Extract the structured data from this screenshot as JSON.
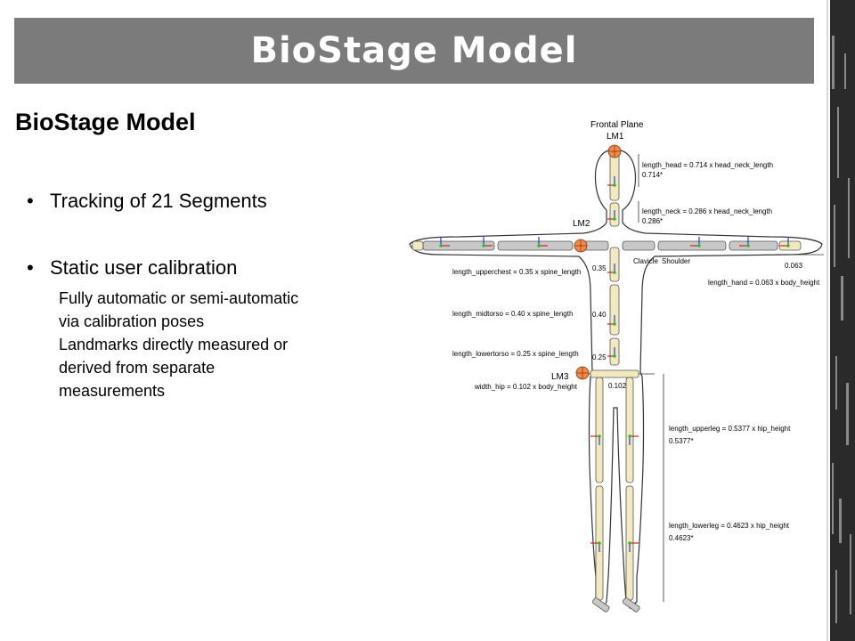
{
  "title_bar": {
    "title": "BioStage Model"
  },
  "content": {
    "heading": "BioStage Model",
    "bullets": [
      {
        "text": "Tracking of 21 Segments"
      },
      {
        "text": "Static user calibration"
      }
    ],
    "sub_bullets": [
      "Fully automatic or semi-automatic",
      "via calibration poses",
      "Landmarks directly measured or",
      "derived from separate",
      "measurements"
    ]
  },
  "figure": {
    "plane_label": "Frontal Plane",
    "landmarks": {
      "lm1": "LM1",
      "lm2": "LM2",
      "lm3": "LM3"
    },
    "labels": {
      "head": "length_head = 0.714 x head_neck_length",
      "head_val": "0.714*",
      "neck": "length_neck = 0.286 x head_neck_length",
      "neck_val": "0.286*",
      "upperchest": "length_upperchest = 0.35 x spine_length",
      "midtorso": "length_midtorso = 0.40 x spine_length",
      "lowertorso": "length_lowertorso = 0.25 x spine_length",
      "hip": "width_hip = 0.102 x body_height",
      "hand": "length_hand = 0.063 x body_height",
      "hand_val": "0.063",
      "upperleg": "length_upperleg = 0.5377 x hip_height",
      "upperleg_val": "0.5377*",
      "lowerleg": "length_lowerleg = 0.4623  x hip_height",
      "lowerleg_val": "0.4623*",
      "val_035": "0.35",
      "val_040": "0.40",
      "val_025": "0.25",
      "val_0102": "0.102",
      "clavicle": "Clavicle",
      "shoulder": "Shoulder"
    }
  },
  "colors": {
    "title_bg": "#7b7b7b",
    "segment_fill": "#f3e9c1",
    "arm_fill": "#c8c8c8",
    "landmark": "#f08a4b",
    "axis_red": "#d42020",
    "axis_green": "#2bbf2b",
    "axis_blue": "#2040d0"
  }
}
